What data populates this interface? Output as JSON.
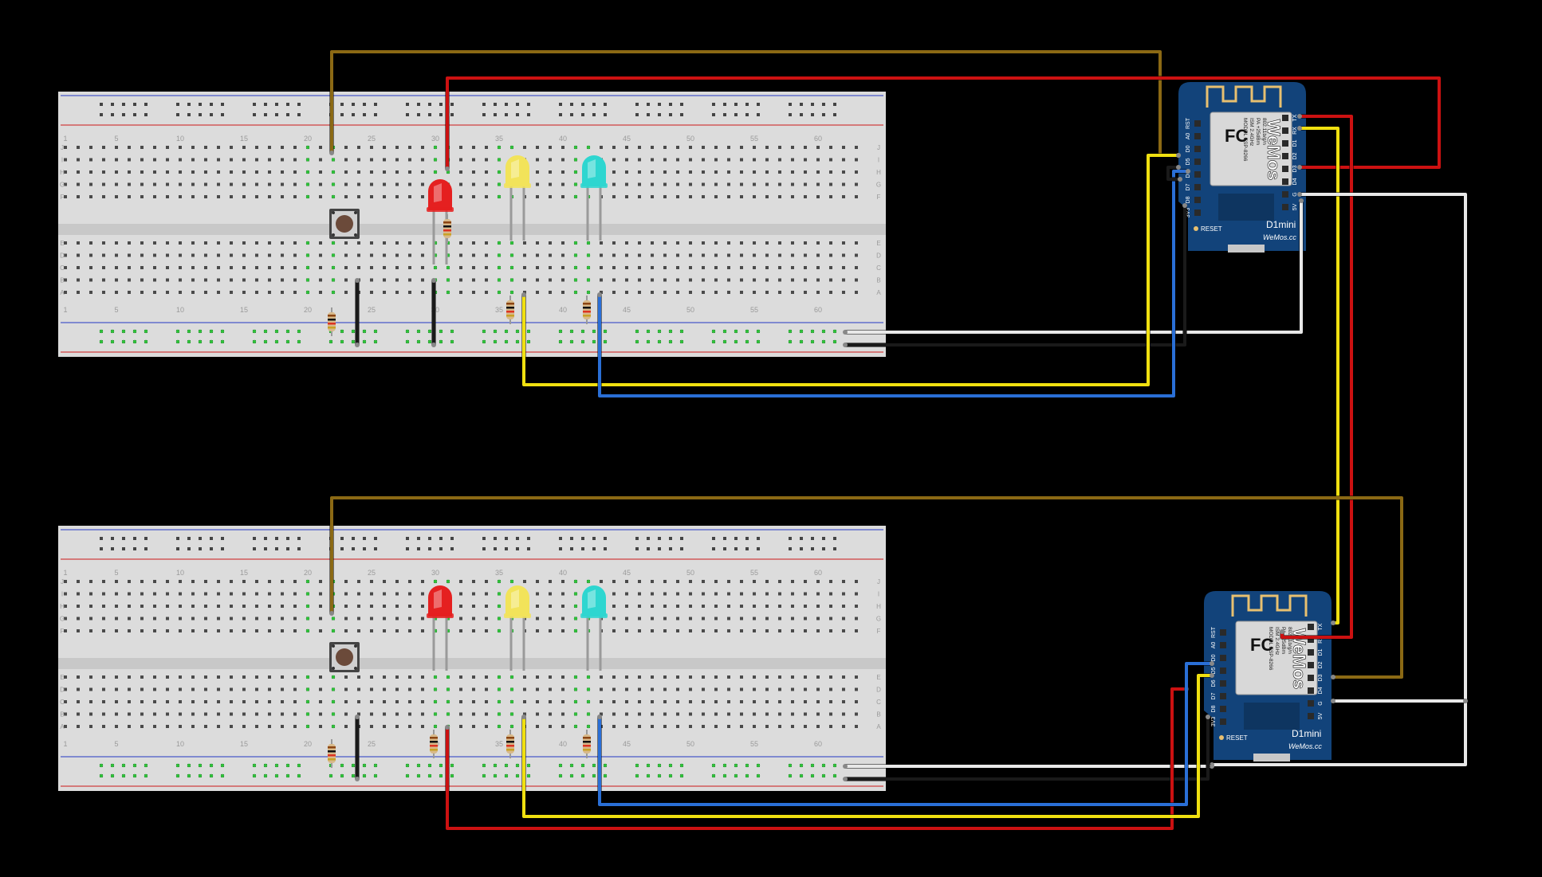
{
  "breadboard": {
    "column_numbers": [
      "1",
      "5",
      "10",
      "15",
      "20",
      "25",
      "30",
      "35",
      "40",
      "45",
      "50",
      "55",
      "60"
    ],
    "row_letters_top": [
      "J",
      "I",
      "H",
      "G",
      "F"
    ],
    "row_letters_bottom": [
      "E",
      "D",
      "C",
      "B",
      "A"
    ]
  },
  "boards": [
    {
      "logo": "WeMos",
      "fc_mark": "FC",
      "model_lines": [
        "MODEL ESP-8266",
        "ISM 2.4GHz",
        "PA +25dBm",
        "802.11b/g/n"
      ],
      "left_pins": [
        "RST",
        "A0",
        "D0",
        "D5",
        "D6",
        "D7",
        "D8",
        "3V3"
      ],
      "right_pins": [
        "TX",
        "RX",
        "D1",
        "D2",
        "D3",
        "D4",
        "G",
        "5V"
      ],
      "reset_label": "RESET",
      "product_name": "D1mini",
      "brand_text": "WeMos.cc"
    },
    {
      "logo": "WeMos",
      "fc_mark": "FC",
      "model_lines": [
        "MODEL ESP-8266",
        "ISM 2.4GHz",
        "PA +25dBm",
        "802.11b/g/n"
      ],
      "left_pins": [
        "RST",
        "A0",
        "D0",
        "D5",
        "D6",
        "D7",
        "D8",
        "3V3"
      ],
      "right_pins": [
        "TX",
        "RX",
        "D1",
        "D2",
        "D3",
        "D4",
        "G",
        "5V"
      ],
      "reset_label": "RESET",
      "product_name": "D1mini",
      "brand_text": "WeMos.cc"
    }
  ],
  "leds": [
    "red",
    "yellow",
    "cyan"
  ],
  "colors": {
    "background": "#000000",
    "breadboard": "#dcdcdc",
    "wire_brown": "#8b6914",
    "wire_red": "#cc1111",
    "wire_yellow": "#f0e010",
    "wire_blue": "#2a6fd6",
    "wire_white": "#e8e8e8",
    "wire_black": "#1a1a1a",
    "board_blue": "#12437a",
    "led_red": "#e52020",
    "led_yellow": "#f2e35a",
    "led_cyan": "#2ed6d0"
  }
}
